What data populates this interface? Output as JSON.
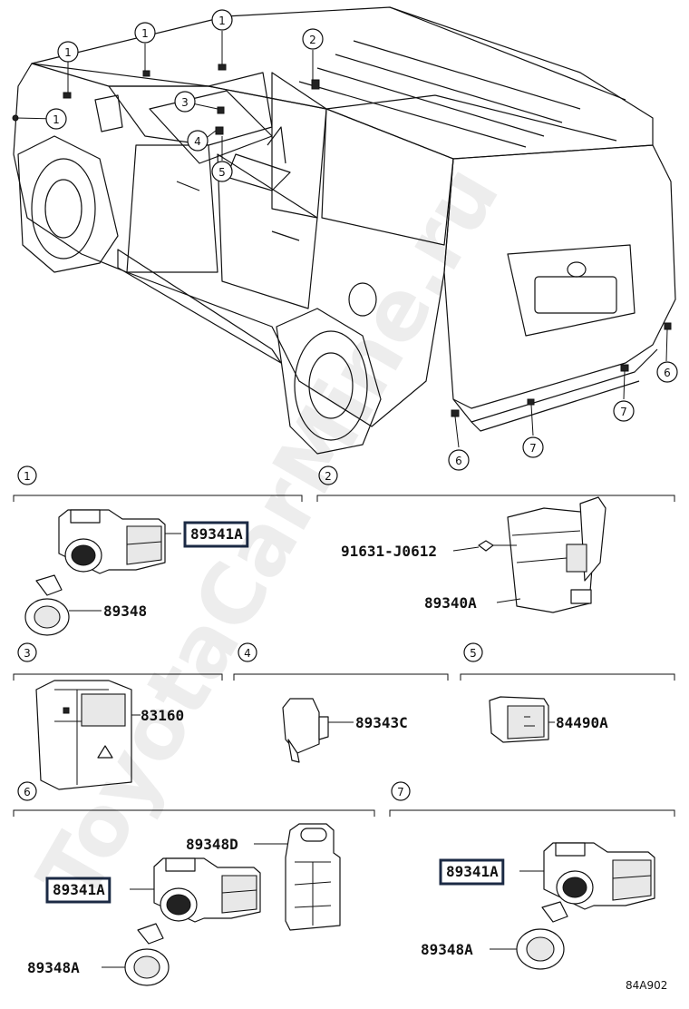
{
  "watermark": "ToyotaCarMine.ru",
  "diagram_code": "84A902",
  "overview_callouts": [
    "1",
    "1",
    "1",
    "1",
    "2",
    "3",
    "4",
    "5",
    "6",
    "6",
    "7",
    "7"
  ],
  "sections": [
    {
      "number": "1",
      "parts": [
        "89341A",
        "89348"
      ]
    },
    {
      "number": "2",
      "parts": [
        "91631-J0612",
        "89340A"
      ]
    },
    {
      "number": "3",
      "parts": [
        "83160"
      ]
    },
    {
      "number": "4",
      "parts": [
        "89343C"
      ]
    },
    {
      "number": "5",
      "parts": [
        "84490A"
      ]
    },
    {
      "number": "6",
      "parts": [
        "89348D",
        "89341A",
        "89348A"
      ]
    },
    {
      "number": "7",
      "parts": [
        "89341A",
        "89348A"
      ]
    }
  ]
}
